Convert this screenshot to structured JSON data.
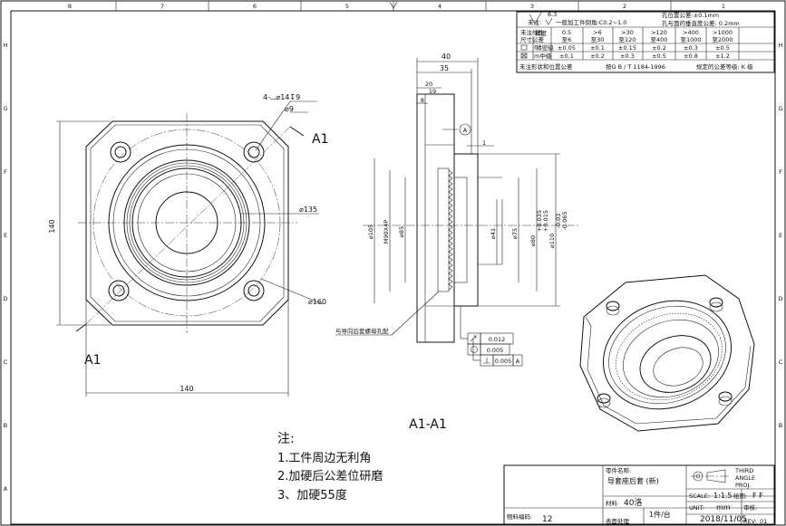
{
  "frame": {
    "zone_numbers_top": [
      "8",
      "7",
      "6",
      "5",
      "4",
      "3",
      "2",
      "1"
    ],
    "zone_letters_side": [
      "H",
      "G",
      "F",
      "E",
      "D",
      "C",
      "B",
      "A"
    ]
  },
  "front_view": {
    "hole_callout_1": "4-⌴⌀14↧9",
    "hole_callout_2": "⌀9",
    "section_label_top": "A1",
    "section_label_bottom": "A1",
    "dim_height": "140",
    "dim_width": "140",
    "dim_d135": "⌀135",
    "dim_d160": "⌀160"
  },
  "section_view": {
    "title": "A1-A1",
    "dim_40": "40",
    "dim_35": "35",
    "dim_20": "20",
    "dim_19": "19",
    "dim_8": "8",
    "dim_1": "1",
    "datum": "A",
    "dim_d105": "⌀105",
    "dim_thread": "M90X4P",
    "dim_d85": "⌀85",
    "dim_d41": "⌀41",
    "dim_d75": "⌀75",
    "dim_d80": "⌀80",
    "dim_d80_tol_up": "+0.035",
    "dim_d80_tol_lo": "+0.015",
    "dim_d110": "⌀110",
    "dim_d110_tol_up": "-0.03",
    "dim_d110_tol_lo": "-0.065",
    "note_mating": "与导向后套螺母孔配",
    "gdt": [
      {
        "symbol": "runout",
        "value": "0.012",
        "datum": ""
      },
      {
        "symbol": "circularity",
        "value": "0.005",
        "datum": ""
      },
      {
        "symbol": "perpendicularity",
        "value": "0.005",
        "datum": "A"
      }
    ]
  },
  "tolerance_table": {
    "surface_roughness": "6.3",
    "roughness_note": "未注:",
    "chamfer_note": "一般加工件倒角:C0.2~1.0",
    "hole_pos_tol": "孔位置公差:±0.1mm",
    "hole_perp_tol": "孔与面的垂直度公差: 0.2mm",
    "row_header_1": "未注线性",
    "row_header_2": "尺寸公差",
    "precision_label": "精度",
    "ranges_top": [
      "0.5",
      ">6",
      ">30",
      ">120",
      ">400",
      ">1000"
    ],
    "ranges_bottom": [
      "至6",
      "至30",
      "至120",
      "至400",
      "至1000",
      "至2000"
    ],
    "fine_label": "f精密级",
    "fine_values": [
      "±0.05",
      "±0.1",
      "±0.15",
      "±0.2",
      "±0.3",
      "±0.5"
    ],
    "medium_label": "m中级",
    "medium_values": [
      "±0.1",
      "±0.2",
      "±0.3",
      "±0.5",
      "±0.8",
      "±1.2"
    ],
    "geo_note_left": "未注形状和位置公差",
    "geo_note_std": "按G B / T 1184-1996",
    "geo_note_grade": "规定的公差等级: K 级"
  },
  "notes": {
    "heading": "注:",
    "items": [
      "1.工件周边无利角",
      "2.加硬后公差位研磨",
      "3、加硬55度"
    ]
  },
  "title_block": {
    "part_name_label": "零件名称:",
    "part_name": "导套座后套 (新)",
    "material_label": "材料:",
    "material": "40洛",
    "quantity": "1件/台",
    "projection_1": "THIRD",
    "projection_2": "ANGLE",
    "projection_3": "PROJ.",
    "scale_label": "SCALE:",
    "scale": "1:1.5",
    "drawn_label": "绘图:",
    "drawn": "F F",
    "unit_label": "UNIT:",
    "unit": "mm",
    "check_label": "审核:",
    "date": "2018/11/05",
    "part_no_label": "物料编码:",
    "part_no": "12",
    "surface_label": "表面处理",
    "rev_label": "REV:",
    "rev": "01"
  }
}
